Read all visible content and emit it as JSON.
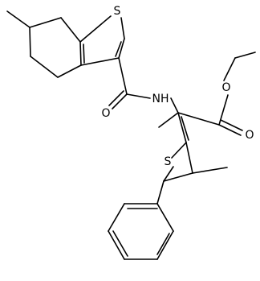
{
  "molecule": {
    "atom_labels": {
      "s_bt": "S",
      "s_th": "S",
      "o_amide": "O",
      "nh": "NH",
      "o_ester_carbonyl": "O",
      "o_ester_ether": "O"
    },
    "colors": {
      "bond": "#000000",
      "label": "#000000",
      "background": "#ffffff"
    }
  }
}
